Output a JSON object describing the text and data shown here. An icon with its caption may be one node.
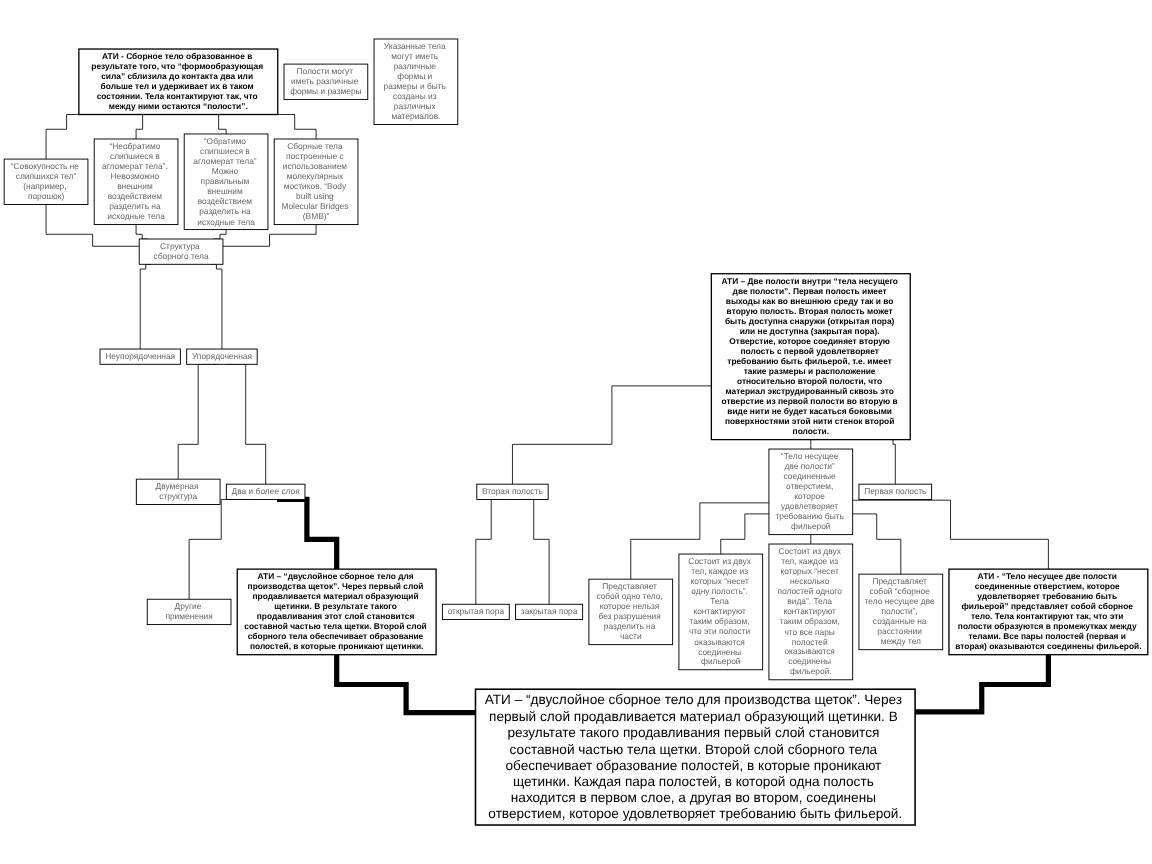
{
  "diagram": {
    "nodes": [
      {
        "text": [
          "АТИ - Сборное тело образованное в результате того, что “формообразующая сила” сблизила до контакта два или больше тел и удерживает их в таком состоянии. Тела контактируют так, что между ними остаются “полости”."
        ]
      },
      {
        "text": [
          "“Совокупность не слипшихся тел”",
          "(например, порошок)"
        ]
      },
      {
        "text": [
          "“Необратимо слипшиеся в агломерат тела”. Невозможно внешним воздействием разделить на исходные тела"
        ]
      },
      {
        "text": [
          "“Обратимо слипшиеся в агломерат тела” Можно правильным внешним воздействием разделить на исходные тела"
        ]
      },
      {
        "text": [
          "Сборные тела построенные с использованием молекулярных мостиков. “Body built using Molecular Bridges (BMB)”"
        ]
      },
      {
        "text": [
          "Структура сборного тела"
        ]
      },
      {
        "text": [
          "Неупорядоченная"
        ]
      },
      {
        "text": [
          "Упорядоченная"
        ]
      },
      {
        "text": [
          "Двумерная структура"
        ]
      },
      {
        "text": [
          "Два и более слоя"
        ]
      },
      {
        "text": [
          "Другие применения"
        ]
      },
      {
        "text": [
          "АТИ – “двуслойное сборное тело для производства щеток”. Через первый слой продавливается материал образующий щетинки. В результате такого продавливания этот слой становится составной частью тела щетки. Второй слой сборного тела обеспечивает образование полостей, в которые проникают щетинки."
        ]
      },
      {
        "text": [
          "АТИ – Две полости внутри “тела несущего две полости”. Первая полость имеет выходы как во внешнюю среду так и во вторую полость. Вторая полость может быть доступна снаружи (открытая пора) или не доступна (закрытая пора). Отверстие, которое соединяет вторую полость с первой удовлетворяет требованию быть фильерой, т.е. имеет такие размеры и расположение относительно второй полости, что материал экструдированный сквозь это отверстие из первой полости во вторую в виде нити не будет касаться боковыми поверхностями этой нити стенок второй полости."
        ]
      },
      {
        "text": [
          "“Тело несущее две полости” соединенные отверстием, которое удовлетворяет требованию быть фильерой"
        ]
      },
      {
        "text": [
          "Вторая полость"
        ]
      },
      {
        "text": [
          "Первая полость"
        ]
      },
      {
        "text": [
          "открытая пора"
        ]
      },
      {
        "text": [
          "закрытая пора"
        ]
      },
      {
        "text": [
          "Представляет собой одно тело, которое нельзя без разрушения разделить на части"
        ]
      },
      {
        "text": [
          "Состоит из двух тел, каждое из которых “несет одну полость”. Тела контактируют таким образом, что эти полости оказываются соединены фильерой"
        ]
      },
      {
        "text": [
          "Состоит из двух тел, каждое из которых “несет несколько полостей одного вида”. Тела контактируют таким образом, что все пары полостей оказываются соединены фильерой."
        ]
      },
      {
        "text": [
          "Представляет собой “сборное тело несущее две полости”, созданные на расстоянии между тел"
        ]
      },
      {
        "text": [
          "Полости могут иметь различные формы и размеры"
        ]
      },
      {
        "text": [
          "Указанные тела могут иметь различные формы и размеры и быть созданы из различных материалов."
        ]
      },
      {
        "text": [
          "АТИ - “Тело несущее две полости соединенные отверстием, которое удовлетворяет требованию быть фильерой” представляет собой сборное тело. Тела контактируют так, что эти полости образуются в промежутках между телами. Все пары полостей (первая и вторая) оказываются соединены фильерой."
        ]
      },
      {
        "text": [
          "АТИ – “двуслойное сборное тело для производства щеток”. Через первый слой продавливается материал образующий щетинки. В результате такого продавливания первый слой становится составной частью тела щетки. Второй слой сборного тела обеспечивает образование полостей, в которые проникают щетинки. Каждая пара полостей, в которой одна полость находится в первом слое, а другая во втором, соединены отверстием, которое удовлетворяет требованию быть фильерой."
        ]
      }
    ],
    "edges": [
      {
        "from": 0,
        "to": 1,
        "arrow": "none"
      },
      {
        "from": 0,
        "to": 2,
        "arrow": "none"
      },
      {
        "from": 0,
        "to": 3,
        "arrow": "none"
      },
      {
        "from": 0,
        "to": 4,
        "arrow": "none"
      },
      {
        "from": 1,
        "to": 5,
        "arrow": "none"
      },
      {
        "from": 2,
        "to": 5,
        "arrow": "none"
      },
      {
        "from": 3,
        "to": 5,
        "arrow": "none"
      },
      {
        "from": 4,
        "to": 5,
        "arrow": "none"
      },
      {
        "from": 5,
        "to": 6,
        "arrow": "none"
      },
      {
        "from": 5,
        "to": 7,
        "arrow": "none"
      },
      {
        "from": 7,
        "to": 8,
        "arrow": "none"
      },
      {
        "from": 7,
        "to": 9,
        "arrow": "none"
      },
      {
        "from": 9,
        "to": 10,
        "arrow": "none"
      },
      {
        "from": 9,
        "to": 11,
        "arrow": "none",
        "style": "thick"
      },
      {
        "from": 11,
        "to": 25,
        "arrow": "none",
        "style": "thick"
      },
      {
        "from": 12,
        "to": 13,
        "arrow": "none"
      },
      {
        "from": 12,
        "to": 14,
        "arrow": "none"
      },
      {
        "from": 12,
        "to": 15,
        "arrow": "none"
      },
      {
        "from": 14,
        "to": 16,
        "arrow": "none"
      },
      {
        "from": 14,
        "to": 17,
        "arrow": "none"
      },
      {
        "from": 13,
        "to": 18,
        "arrow": "none"
      },
      {
        "from": 13,
        "to": 19,
        "arrow": "none"
      },
      {
        "from": 13,
        "to": 20,
        "arrow": "none"
      },
      {
        "from": 13,
        "to": 21,
        "arrow": "none"
      },
      {
        "from": 13,
        "to": 24,
        "arrow": "none"
      },
      {
        "from": 24,
        "to": 25,
        "arrow": "none",
        "style": "thick"
      }
    ]
  }
}
